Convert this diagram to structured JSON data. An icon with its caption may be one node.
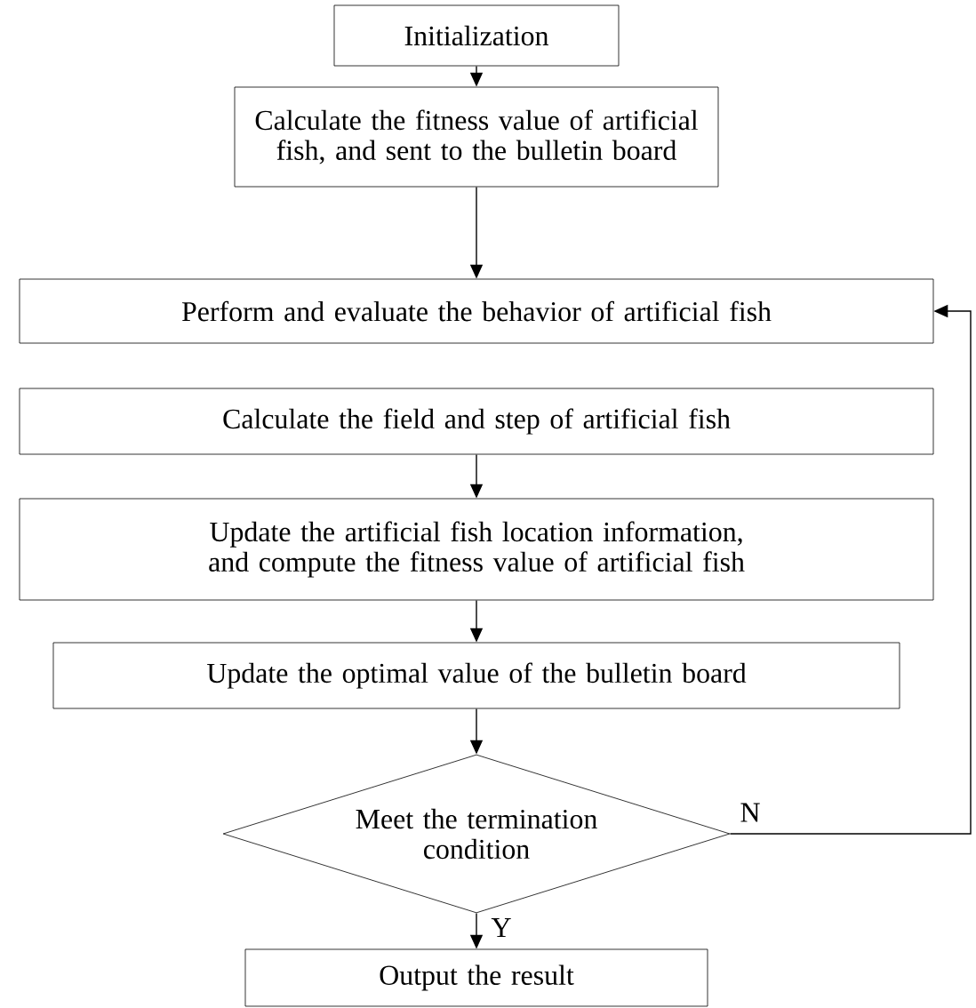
{
  "diagram": {
    "nodes": [
      {
        "text": [
          "Initialization"
        ]
      },
      {
        "text": [
          "Calculate the fitness value of artificial fish, and sent to the bulletin board"
        ]
      },
      {
        "text": [
          "Perform and evaluate the behavior of artificial fish"
        ]
      },
      {
        "text": [
          "Calculate the field and step of artificial fish"
        ]
      },
      {
        "text": [
          "Update the artificial fish location information, and compute the fitness value of artificial fish"
        ]
      },
      {
        "text": [
          "Update the optimal value of the bulletin board"
        ]
      },
      {
        "text": [
          "Meet the termination condition"
        ]
      },
      {
        "text": [
          "Output the result"
        ]
      }
    ],
    "edges": [
      {
        "from": 0,
        "to": 1,
        "arrow": "to"
      },
      {
        "from": 1,
        "to": 2,
        "arrow": "to"
      },
      {
        "from": 3,
        "to": 4,
        "arrow": "to"
      },
      {
        "from": 4,
        "to": 5,
        "arrow": "to"
      },
      {
        "from": 5,
        "to": 6,
        "arrow": "to"
      },
      {
        "from": 6,
        "to": 7,
        "arrow": "to",
        "label": "Y"
      },
      {
        "from": 6,
        "to": 2,
        "arrow": "to",
        "label": "N"
      }
    ]
  }
}
